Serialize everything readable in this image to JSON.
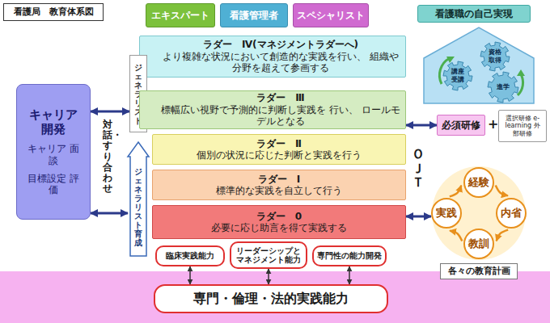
{
  "diagram": {
    "title": "看護局　教育体系図",
    "nodes": [
      {
        "text": [
          "エキスパート"
        ]
      },
      {
        "text": [
          "看護管理者"
        ]
      },
      {
        "text": [
          "スペシャリスト"
        ]
      },
      {
        "text": [
          "看護職の自己実現"
        ]
      },
      {
        "text": [
          "資格 取得"
        ]
      },
      {
        "text": [
          "講座 受講"
        ]
      },
      {
        "text": [
          "進学"
        ]
      },
      {
        "text": [
          "ラダー　Ⅳ(マネジメントラダーへ)",
          "より複雑な状況において創造的な実践を行い、 組織や分野を超えて参画する"
        ]
      },
      {
        "text": [
          "ジェネラリスト"
        ]
      },
      {
        "text": [
          "キャリア 開発",
          "キャリア 面談",
          "目標設定 評価"
        ]
      },
      {
        "text": [
          "ラダー　Ⅲ",
          "標幅広い視野で予測的に判断し実践を 行い、 ロールモデルとなる"
        ]
      },
      {
        "text": [
          "必須研修"
        ]
      },
      {
        "text": [
          "選択研修 e-learning 外部研修"
        ]
      },
      {
        "text": [
          "ラダー　Ⅱ",
          "個別の状況に応じた判断と実践を行う"
        ]
      },
      {
        "text": [
          "ジェネラリスト育成"
        ]
      },
      {
        "text": [
          "ラダー　Ⅰ",
          "標準的な実践を自立して行う"
        ]
      },
      {
        "text": [
          "経験"
        ]
      },
      {
        "text": [
          "実践"
        ]
      },
      {
        "text": [
          "内省"
        ]
      },
      {
        "text": [
          "ラダー　0",
          "必要に応じ助言を得て実践する"
        ]
      },
      {
        "text": [
          "教訓"
        ]
      },
      {
        "text": [
          "臨床実践能力"
        ]
      },
      {
        "text": [
          "リーダーシップと マネジメント能力"
        ]
      },
      {
        "text": [
          "専門性の能力開発"
        ]
      },
      {
        "text": [
          "各々の教育計画"
        ]
      },
      {
        "text": [
          "専門・倫理・法的実践能力"
        ]
      }
    ],
    "edges": [
      {
        "from": 9,
        "to": 8,
        "arrow": "both"
      },
      {
        "from": 9,
        "to": 14,
        "arrow": "both"
      },
      {
        "from": 10,
        "to": 11,
        "arrow": "both"
      },
      {
        "from": 19,
        "to": 17,
        "arrow": "both"
      },
      {
        "from": 16,
        "to": 18,
        "arrow": "to"
      },
      {
        "from": 18,
        "to": 20,
        "arrow": "to"
      },
      {
        "from": 20,
        "to": 17,
        "arrow": "to"
      },
      {
        "from": 17,
        "to": 16,
        "arrow": "to"
      },
      {
        "from": 21,
        "to": 25,
        "arrow": "both"
      },
      {
        "from": 22,
        "to": 25,
        "arrow": "both"
      },
      {
        "from": 23,
        "to": 25,
        "arrow": "both"
      }
    ],
    "labels": [
      "対話・すり合わせ",
      "ＯＪＴ",
      "+"
    ]
  }
}
